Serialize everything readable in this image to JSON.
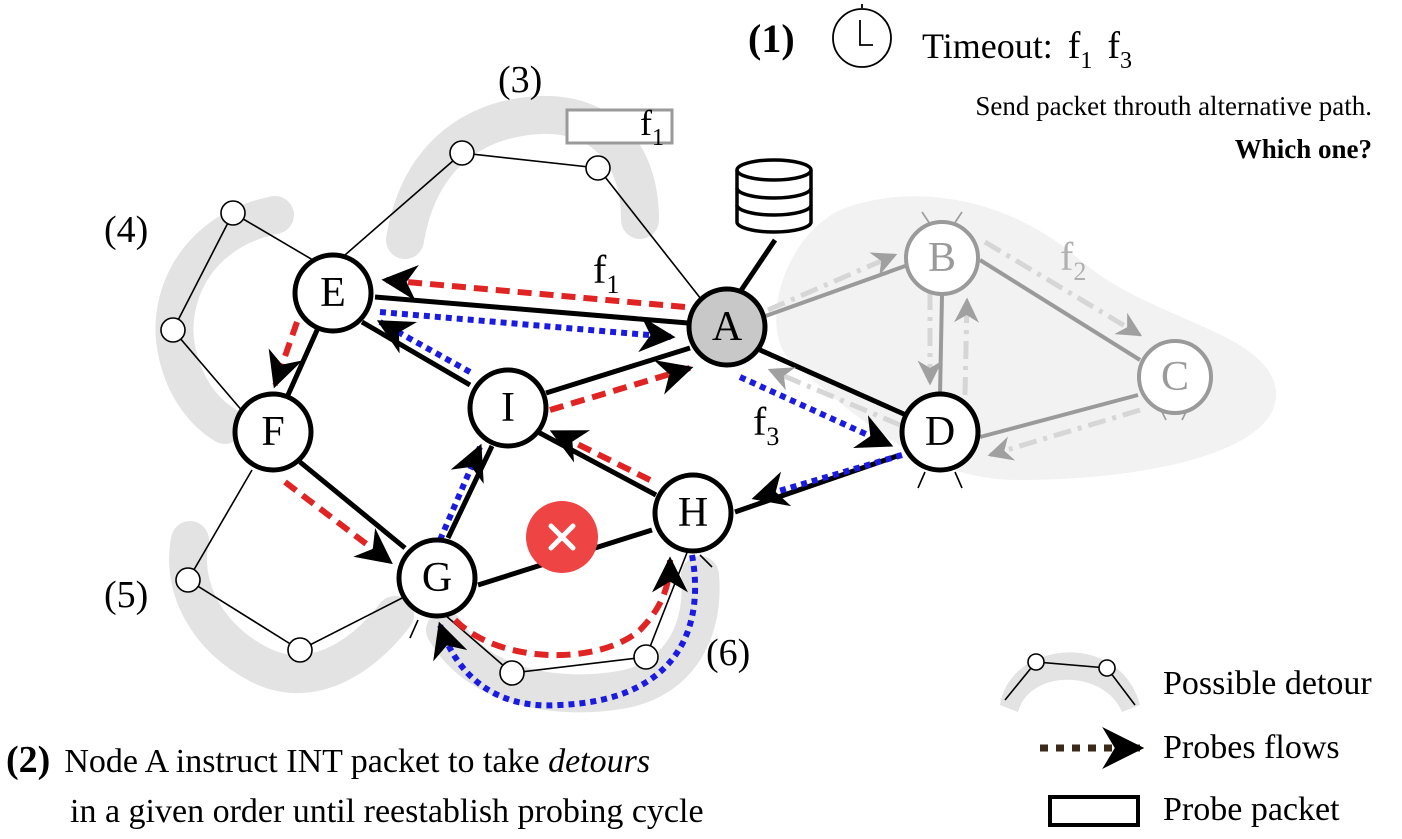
{
  "step1": {
    "number": "(1)",
    "timeout_label": "Timeout:",
    "timeout_flows": [
      "f",
      "1",
      "f",
      "3"
    ],
    "line1": "Send packet throuth alternative path.",
    "line2": "Which one?"
  },
  "step2": {
    "number": "(2)",
    "line1_pre": "Node A instruct INT packet to take ",
    "line1_em": "detours",
    "line2": "in a given order until reestablish probing cycle"
  },
  "detour_labels": [
    "(3)",
    "(4)",
    "(5)",
    "(6)"
  ],
  "nodes": {
    "A": "A",
    "B": "B",
    "C": "C",
    "D": "D",
    "E": "E",
    "F": "F",
    "G": "G",
    "H": "H",
    "I": "I"
  },
  "flow_labels": {
    "f1": {
      "base": "f",
      "sub": "1"
    },
    "f2": {
      "base": "f",
      "sub": "2"
    },
    "f3": {
      "base": "f",
      "sub": "3"
    }
  },
  "probe_packet_label": {
    "base": "f",
    "sub": "1"
  },
  "legend": {
    "detour": "Possible detour",
    "flows": "Probes flows",
    "packet": "Probe packet"
  },
  "colors": {
    "red_probe": "#e02424",
    "blue_probe": "#1b1be0",
    "failure": "#ef4444",
    "detour_shade": "#e3e3e3",
    "inactive": "#9a9a9a"
  }
}
